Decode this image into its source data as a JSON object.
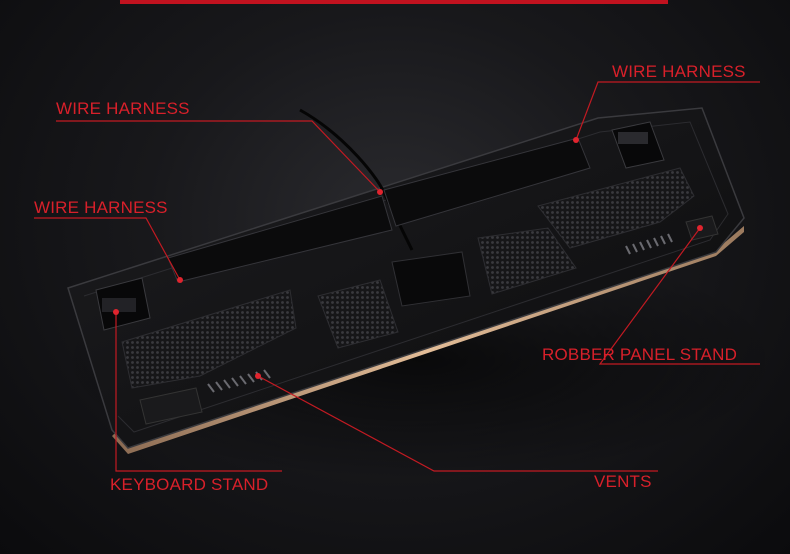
{
  "colors": {
    "accent": "#d8202a",
    "background": "#141416",
    "keyboard_body": "#0f0f10",
    "copper_edge": "#c9a07a"
  },
  "callouts": [
    {
      "id": "wire-harness-top-right",
      "text": "WIRE HARNESS"
    },
    {
      "id": "wire-harness-center",
      "text": "WIRE HARNESS"
    },
    {
      "id": "wire-harness-left",
      "text": "WIRE HARNESS"
    },
    {
      "id": "robber-panel-stand",
      "text": "ROBBER PANEL STAND"
    },
    {
      "id": "keyboard-stand",
      "text": "KEYBOARD STAND"
    },
    {
      "id": "vents",
      "text": "VENTS"
    }
  ]
}
